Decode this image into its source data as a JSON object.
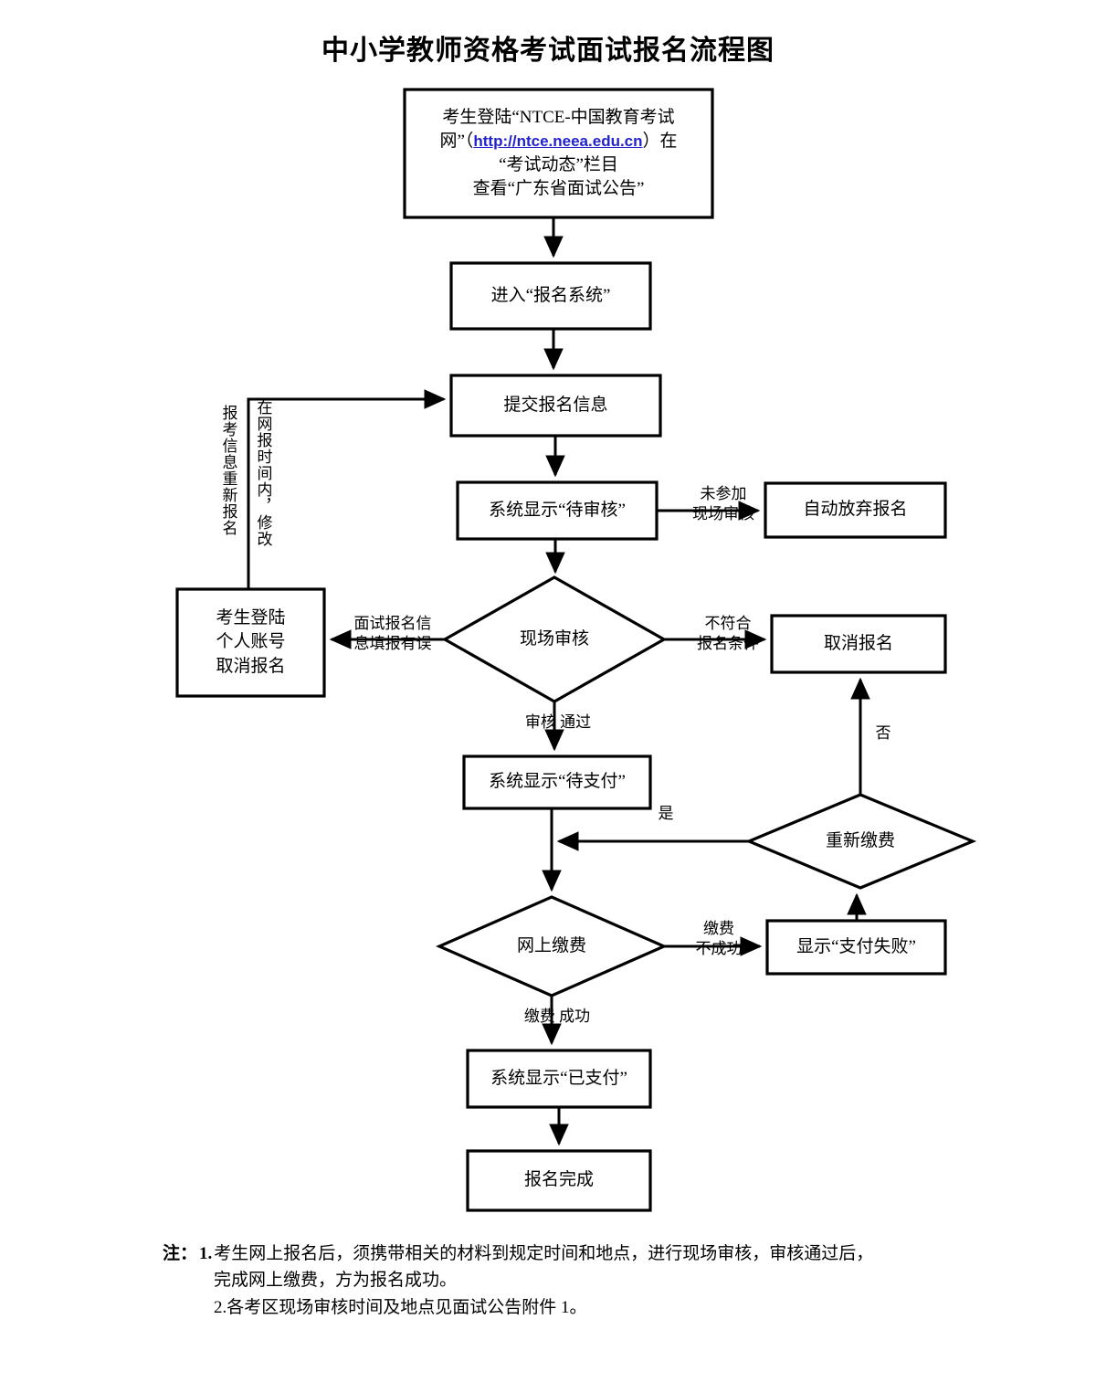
{
  "page": {
    "title": "中小学教师资格考试面试报名流程图",
    "accent_link_color": "#2222cc",
    "line_color": "#000000",
    "background": "#ffffff"
  },
  "nodes": {
    "start": {
      "type": "process",
      "line1": "考生登陆“NTCE-中国教育考试",
      "line2_before": "网”（",
      "line2_link": "http://ntce.neea.edu.cn",
      "line2_after": "）在",
      "line3": "“考试动态”栏目",
      "line4": "查看“广东省面试公告”"
    },
    "enter_system": {
      "type": "process",
      "label": "进入“报名系统”"
    },
    "submit_info": {
      "type": "process",
      "label": "提交报名信息"
    },
    "pending_review": {
      "type": "process",
      "label": "系统显示“待审核”"
    },
    "auto_abandon": {
      "type": "process",
      "label": "自动放弃报名"
    },
    "onsite_review": {
      "type": "decision",
      "label": "现场审核"
    },
    "cancel_by_self": {
      "type": "process",
      "line1": "考生登陆",
      "line2": "个人账号",
      "line3": "取消报名"
    },
    "cancel_registration": {
      "type": "process",
      "label": "取消报名"
    },
    "pending_payment": {
      "type": "process",
      "label": "系统显示“待支付”"
    },
    "repay": {
      "type": "decision",
      "label": "重新缴费"
    },
    "online_pay": {
      "type": "decision",
      "label": "网上缴费"
    },
    "pay_failed": {
      "type": "process",
      "label": "显示“支付失败”"
    },
    "paid": {
      "type": "process",
      "label": "系统显示“已支付”"
    },
    "done": {
      "type": "process",
      "label": "报名完成"
    }
  },
  "edge_labels": {
    "no_onsite": {
      "line1": "未参加",
      "line2": "现场审核"
    },
    "info_error": {
      "line1": "面试报名信",
      "line2": "息填报有误"
    },
    "not_qualified": {
      "line1": "不符合",
      "line2": "报名条件"
    },
    "review_pass": "审核 通过",
    "repay_yes": "是",
    "repay_no": "否",
    "pay_fail": {
      "line1": "缴费",
      "line2": "不成功"
    },
    "pay_success": "缴费 成功",
    "reapply_vertical": "报考信息重新报名",
    "modify_vertical": "在网报时间内，修改"
  },
  "notes": {
    "tag": "注：",
    "item1_no": "1.",
    "item1_line1": "考生网上报名后，须携带相关的材料到规定时间和地点，进行现场审核，审核通过后，",
    "item1_line2": "完成网上缴费，方为报名成功。",
    "item2": "2.各考区现场审核时间及地点见面试公告附件 1。"
  }
}
